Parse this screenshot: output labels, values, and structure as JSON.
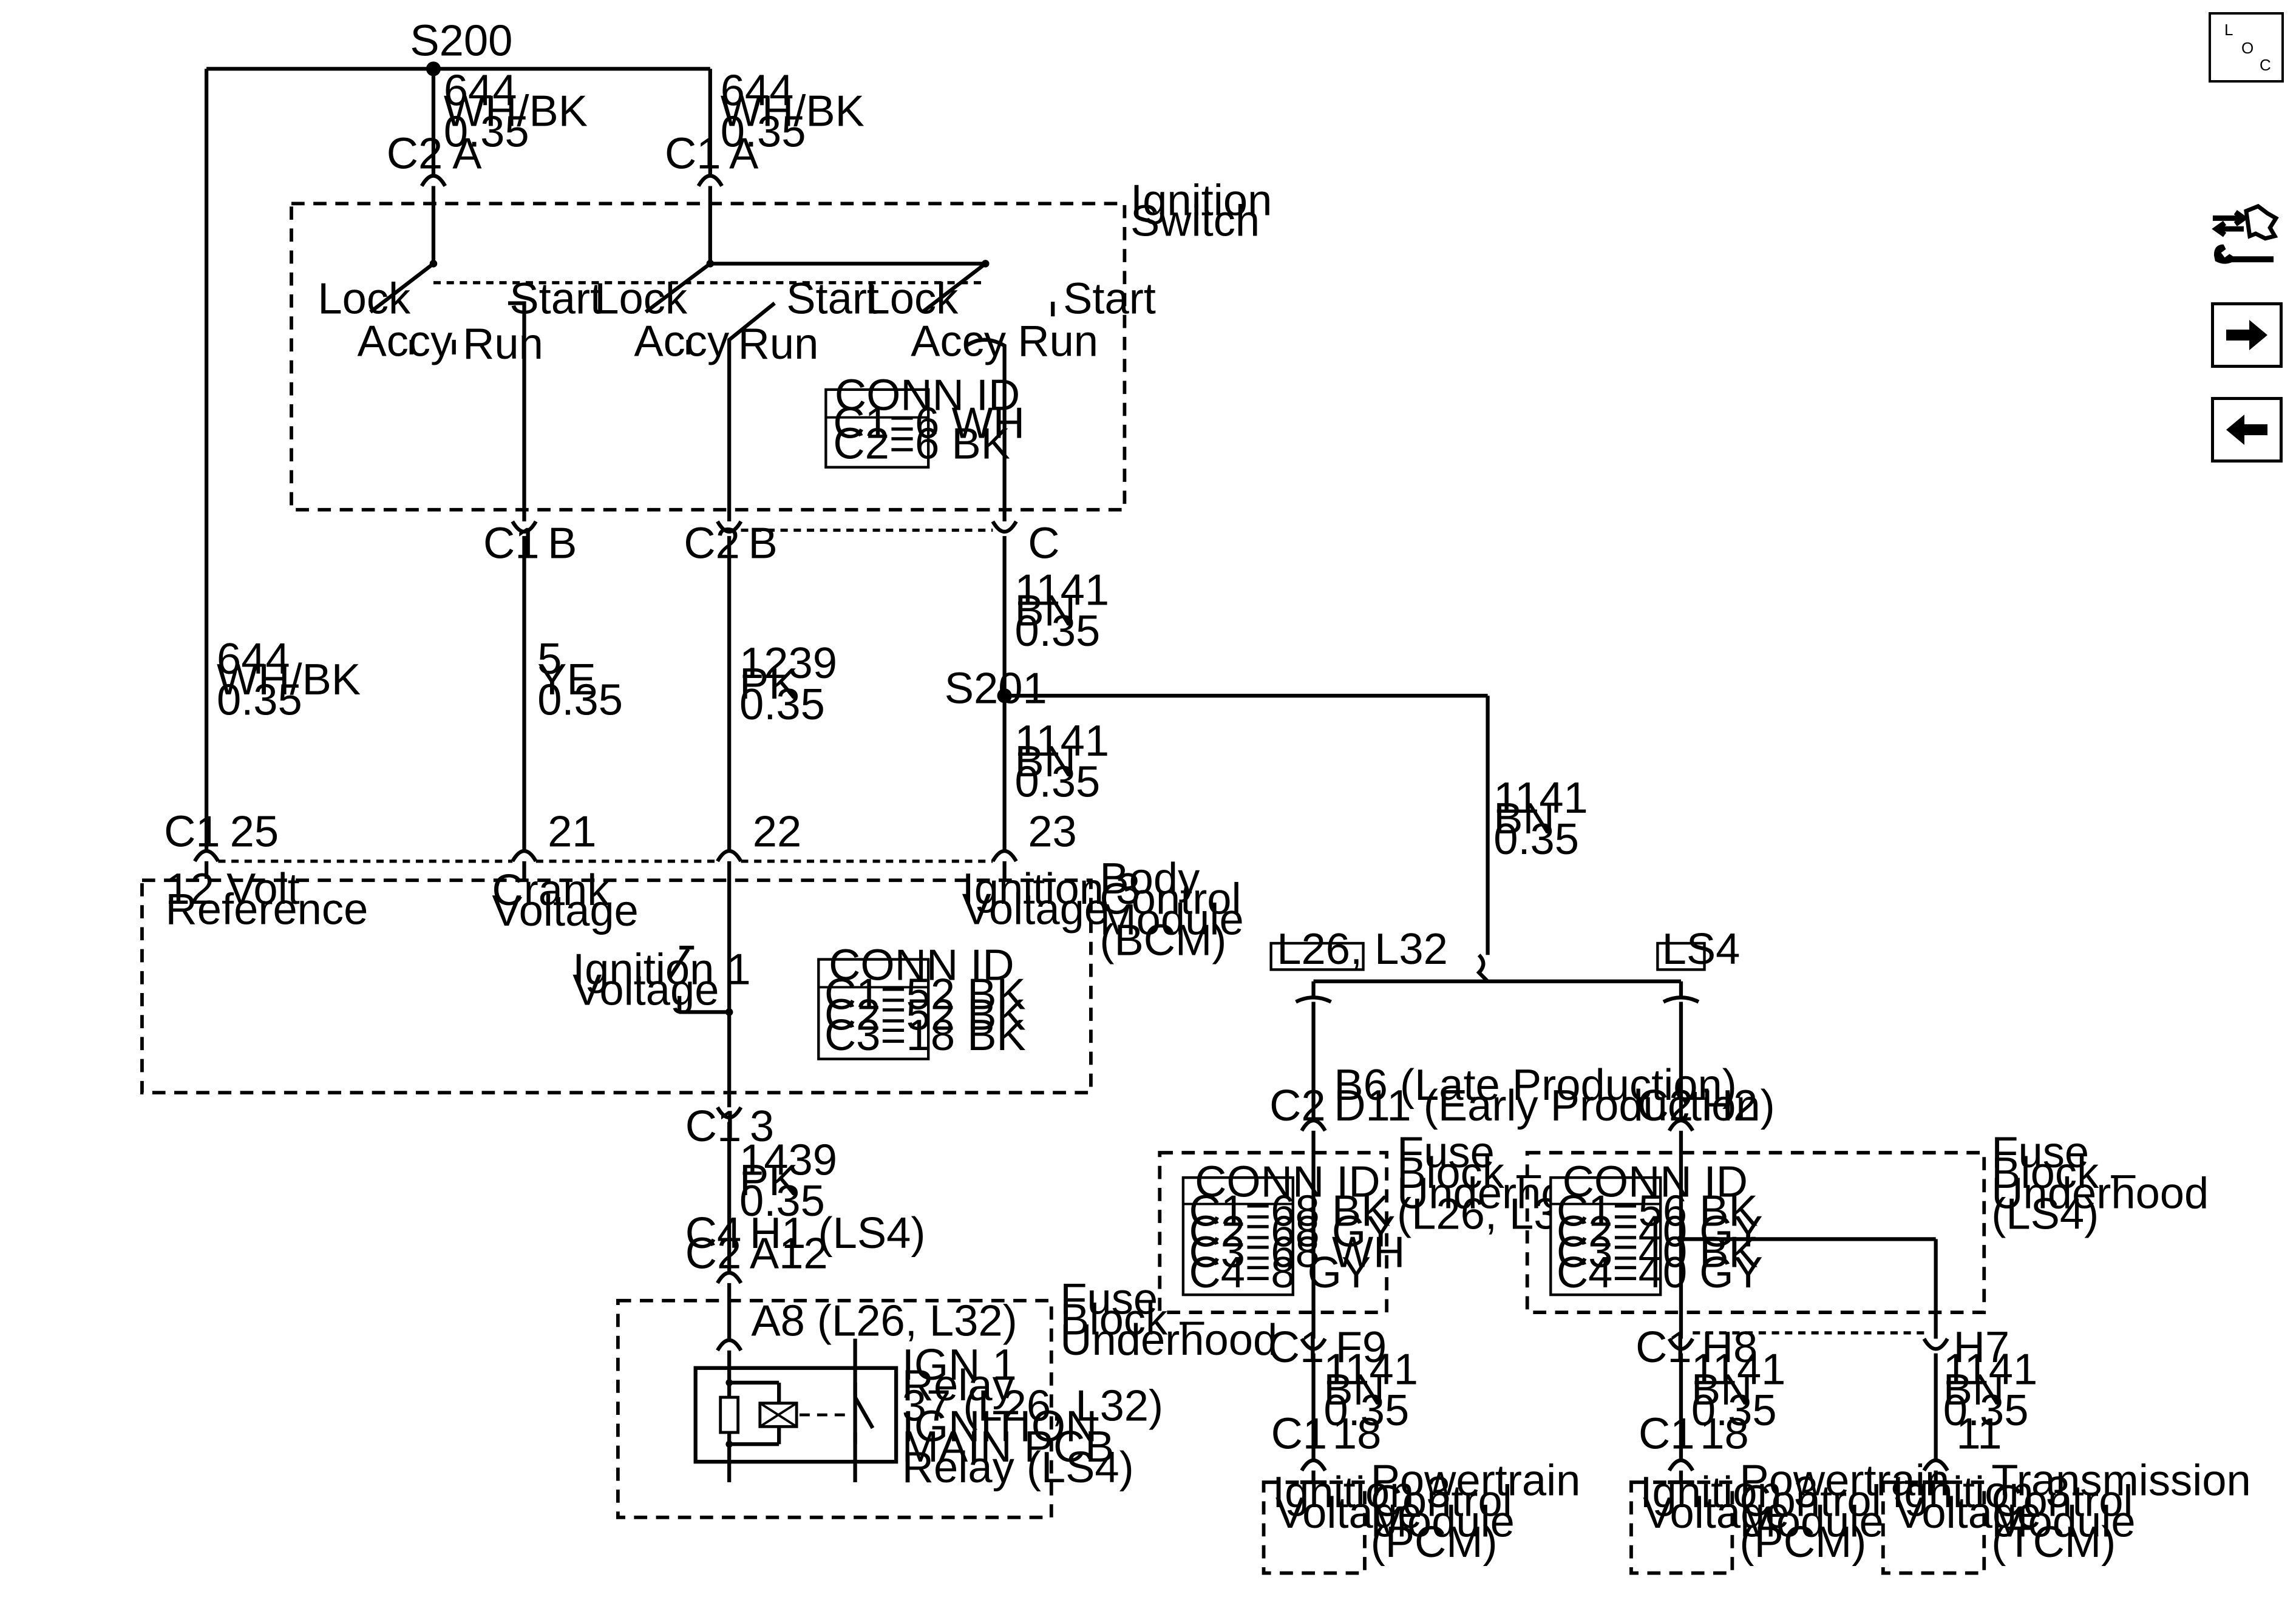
{
  "nav": {
    "loc_letters": [
      "L",
      "O",
      "C"
    ],
    "icons": [
      "service-tools-icon",
      "arrow-right-icon",
      "arrow-left-icon"
    ]
  },
  "splices": {
    "s200": "S200",
    "s201": "S201"
  },
  "wires": {
    "w644_top_left": [
      "644",
      "WH/BK",
      "0.35"
    ],
    "w644_top_right": [
      "644",
      "WH/BK",
      "0.35"
    ],
    "w644_left": [
      "644",
      "WH/BK",
      "0.35"
    ],
    "w5": [
      "5",
      "YE",
      "0.35"
    ],
    "w1239": [
      "1239",
      "PK",
      "0.35"
    ],
    "w1141_a": [
      "1141",
      "BN",
      "0.35"
    ],
    "w1141_b": [
      "1141",
      "BN",
      "0.35"
    ],
    "w1141_c": [
      "1141",
      "BN",
      "0.35"
    ],
    "w1439": [
      "1439",
      "PK",
      "0.35"
    ],
    "w1141_f9": [
      "1141",
      "BN",
      "0.35"
    ],
    "w1141_h8": [
      "1141",
      "BN",
      "0.35"
    ],
    "w1141_h7": [
      "1141",
      "BN",
      "0.35"
    ]
  },
  "ignition_switch": {
    "title": [
      "Ignition",
      "Switch"
    ],
    "conn_top_left": {
      "conn": "C2",
      "pin": "A"
    },
    "conn_top_right": {
      "conn": "C1",
      "pin": "A"
    },
    "positions": {
      "lock1": "Lock",
      "start1": "Start",
      "accy1": "Accy",
      "run1": "Run",
      "lock2": "Lock",
      "start2": "Start",
      "accy2": "Accy",
      "run2": "Run",
      "lock3": "Lock",
      "start3": "Start",
      "accy3": "Accy",
      "run3": "Run"
    },
    "conn_id": {
      "title": "CONN ID",
      "rows": [
        "C1=6 WH",
        "C2=6 BK"
      ]
    },
    "bottom_pins": [
      {
        "conn": "C1",
        "pin": "B"
      },
      {
        "conn": "C2",
        "pin": "B"
      },
      {
        "conn": "",
        "pin": "C"
      }
    ]
  },
  "bcm": {
    "title": [
      "Body",
      "Control",
      "Module",
      "(BCM)"
    ],
    "conn": "C1",
    "pins": [
      "25",
      "21",
      "22",
      "23"
    ],
    "labels": {
      "ref": [
        "12 Volt",
        "Reference"
      ],
      "crank": [
        "Crank",
        "Voltage"
      ],
      "ign3": [
        "Ignition 3",
        "Voltage"
      ],
      "ign1": [
        "Ignition 1",
        "Voltage"
      ]
    },
    "conn_id": {
      "title": "CONN ID",
      "rows": [
        "C1=52 BK",
        "C2=52 BK",
        "C3=18 BK"
      ]
    },
    "out_conn": {
      "conn": "C1",
      "pin": "3"
    }
  },
  "fuse_block_main": {
    "title": [
      "Fuse",
      "Block –",
      "Underhood"
    ],
    "in_conn": {
      "conns": [
        "C4",
        "C2"
      ],
      "pins": [
        "H1 (LS4)",
        "A12"
      ]
    },
    "inner_pin": "A8 (L26, L32)",
    "relay": [
      "IGN 1",
      "Relay",
      "37 (L26, L32)",
      "IGNITION",
      "MAIN PCB",
      "Relay (LS4)"
    ]
  },
  "options": {
    "left": "L26, L32",
    "right": "LS4"
  },
  "fuse_block_l26": {
    "title": [
      "Fuse",
      "Block –",
      "Underhood",
      "(L26, L32)"
    ],
    "in_conn": "C2",
    "in_pins": [
      "B6 (Late Production)",
      "D11 (Early Production)"
    ],
    "conn_id": {
      "title": "CONN ID",
      "rows": [
        "C1=68 BK",
        "C2=68 GY",
        "C3=68 WH",
        "C4=8 GY"
      ]
    },
    "out_conn": {
      "conn": "C1",
      "pin": "F9"
    }
  },
  "fuse_block_ls4": {
    "title": [
      "Fuse",
      "Block –",
      "Underhood",
      "(LS4)"
    ],
    "in_conn": {
      "conn": "C2",
      "pin": "H2"
    },
    "conn_id": {
      "title": "CONN ID",
      "rows": [
        "C1=56 BK",
        "C2=40 GY",
        "C3=40 BK",
        "C4=40 GY"
      ]
    },
    "out_conn_h8": {
      "conn": "C1",
      "pin": "H8"
    },
    "out_conn_h7": {
      "pin": "H7"
    }
  },
  "pcm_l26": {
    "conn": {
      "conn": "C1",
      "pin": "18"
    },
    "input": [
      "Ignition 3",
      "Voltage"
    ],
    "title": [
      "Powertrain",
      "Control",
      "Module",
      "(PCM)"
    ]
  },
  "pcm_ls4": {
    "conn": {
      "conn": "C1",
      "pin": "18"
    },
    "input": [
      "Ignition 3",
      "Voltage"
    ],
    "title": [
      "Powertrain",
      "Control",
      "Module",
      "(PCM)"
    ]
  },
  "tcm": {
    "conn": {
      "pin": "11"
    },
    "input": [
      "Ignition 3",
      "Voltage"
    ],
    "title": [
      "Transmission",
      "Control",
      "Module",
      "(TCM)"
    ]
  }
}
